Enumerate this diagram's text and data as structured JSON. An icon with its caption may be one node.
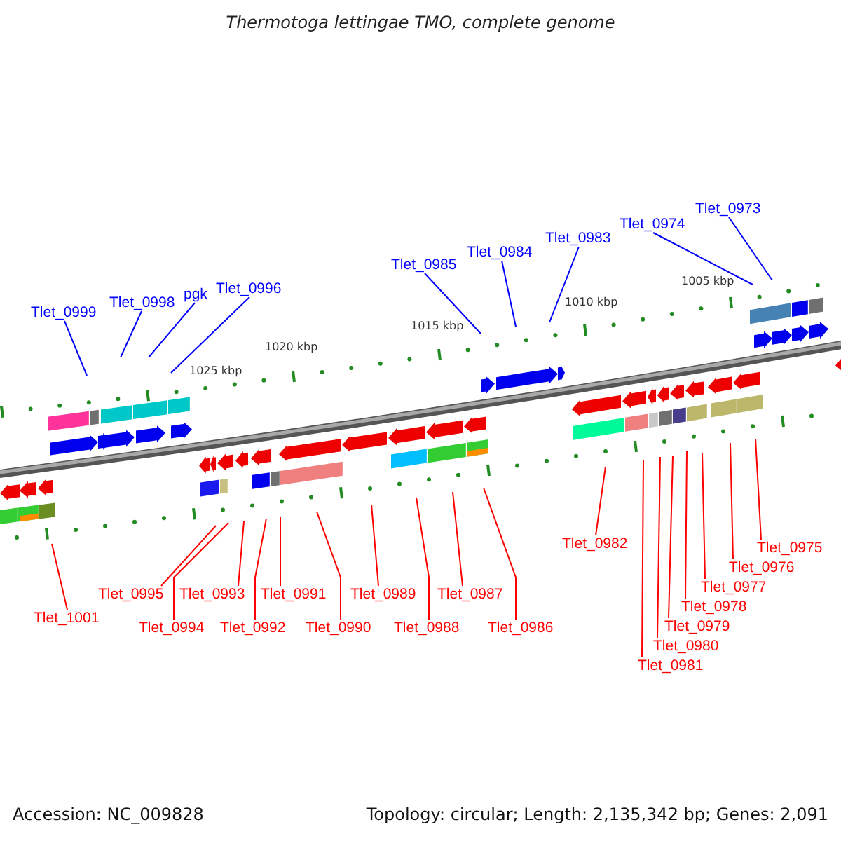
{
  "diagram": {
    "title": "Thermotoga lettingae TMO, complete genome",
    "nodes": [
      {
        "text": [
          "Tlet_0999"
        ]
      },
      {
        "text": [
          "Tlet_0998"
        ]
      },
      {
        "text": [
          "pgk"
        ]
      },
      {
        "text": [
          "Tlet_0996"
        ]
      },
      {
        "text": [
          "Tlet_0985"
        ]
      },
      {
        "text": [
          "Tlet_0984"
        ]
      },
      {
        "text": [
          "Tlet_0983"
        ]
      },
      {
        "text": [
          "Tlet_0974"
        ]
      },
      {
        "text": [
          "Tlet_0973"
        ]
      },
      {
        "text": [
          "Tlet_1001"
        ]
      },
      {
        "text": [
          "Tlet_0995"
        ]
      },
      {
        "text": [
          "Tlet_0994"
        ]
      },
      {
        "text": [
          "Tlet_0993"
        ]
      },
      {
        "text": [
          "Tlet_0992"
        ]
      },
      {
        "text": [
          "Tlet_0991"
        ]
      },
      {
        "text": [
          "Tlet_0990"
        ]
      },
      {
        "text": [
          "Tlet_0989"
        ]
      },
      {
        "text": [
          "Tlet_0988"
        ]
      },
      {
        "text": [
          "Tlet_0987"
        ]
      },
      {
        "text": [
          "Tlet_0986"
        ]
      },
      {
        "text": [
          "Tlet_0982"
        ]
      },
      {
        "text": [
          "Tlet_0981"
        ]
      },
      {
        "text": [
          "Tlet_0980"
        ]
      },
      {
        "text": [
          "Tlet_0979"
        ]
      },
      {
        "text": [
          "Tlet_0978"
        ]
      },
      {
        "text": [
          "Tlet_0977"
        ]
      },
      {
        "text": [
          "Tlet_0976"
        ]
      },
      {
        "text": [
          "Tlet_0975"
        ]
      }
    ],
    "edges": [
      {
        "from": 0,
        "to": null,
        "arrow": "none",
        "color": "#0000ff"
      },
      {
        "from": 1,
        "to": null,
        "arrow": "none",
        "color": "#0000ff"
      },
      {
        "from": 2,
        "to": null,
        "arrow": "none",
        "color": "#0000ff"
      },
      {
        "from": 3,
        "to": null,
        "arrow": "none",
        "color": "#0000ff"
      },
      {
        "from": 4,
        "to": null,
        "arrow": "none",
        "color": "#0000ff"
      },
      {
        "from": 5,
        "to": null,
        "arrow": "none",
        "color": "#0000ff"
      },
      {
        "from": 6,
        "to": null,
        "arrow": "none",
        "color": "#0000ff"
      },
      {
        "from": 7,
        "to": null,
        "arrow": "none",
        "color": "#0000ff"
      },
      {
        "from": 8,
        "to": null,
        "arrow": "none",
        "color": "#0000ff"
      },
      {
        "from": 9,
        "to": null,
        "arrow": "none"
      },
      {
        "from": 10,
        "to": null,
        "arrow": "none"
      },
      {
        "from": 11,
        "to": null,
        "arrow": "none"
      },
      {
        "from": 12,
        "to": null,
        "arrow": "none"
      },
      {
        "from": 13,
        "to": null,
        "arrow": "none"
      },
      {
        "from": 14,
        "to": null,
        "arrow": "none"
      },
      {
        "from": 15,
        "to": null,
        "arrow": "none"
      },
      {
        "from": 16,
        "to": null,
        "arrow": "none"
      },
      {
        "from": 17,
        "to": null,
        "arrow": "none"
      },
      {
        "from": 18,
        "to": null,
        "arrow": "none"
      },
      {
        "from": 19,
        "to": null,
        "arrow": "none"
      },
      {
        "from": 20,
        "to": null,
        "arrow": "none"
      },
      {
        "from": 21,
        "to": null,
        "arrow": "none"
      },
      {
        "from": 22,
        "to": null,
        "arrow": "none"
      },
      {
        "from": 23,
        "to": null,
        "arrow": "none"
      },
      {
        "from": 24,
        "to": null,
        "arrow": "none"
      },
      {
        "from": 25,
        "to": null,
        "arrow": "none"
      },
      {
        "from": 26,
        "to": null,
        "arrow": "none"
      },
      {
        "from": 27,
        "to": null,
        "arrow": "none"
      }
    ],
    "labels": [
      "1005 kbp",
      "1010 kbp",
      "1015 kbp",
      "1020 kbp",
      "1025 kbp",
      "Accession: NC_009828",
      "Topology: circular; Length: 2,135,342 bp; Genes: 2,091"
    ]
  }
}
